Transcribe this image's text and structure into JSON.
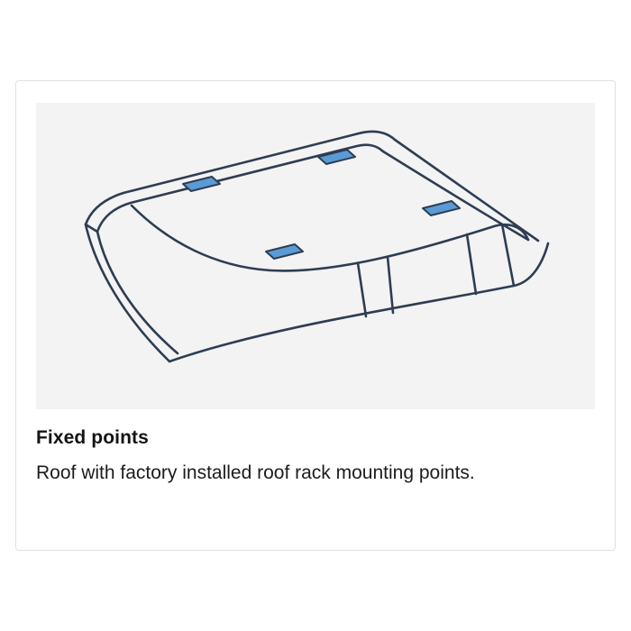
{
  "card": {
    "title": "Fixed points",
    "description": "Roof with factory installed roof rack mounting points."
  },
  "illustration": {
    "name": "car-roof-fixed-points-diagram",
    "alt": "Line drawing of a car roof with factory installed roof rack mounting points highlighted in blue",
    "mount_points_count": 4,
    "colors": {
      "background": "#f3f3f3",
      "line": "#2e3d52",
      "pad_fill": "#5b9bd5",
      "pad_stroke": "#2e3d52"
    }
  }
}
